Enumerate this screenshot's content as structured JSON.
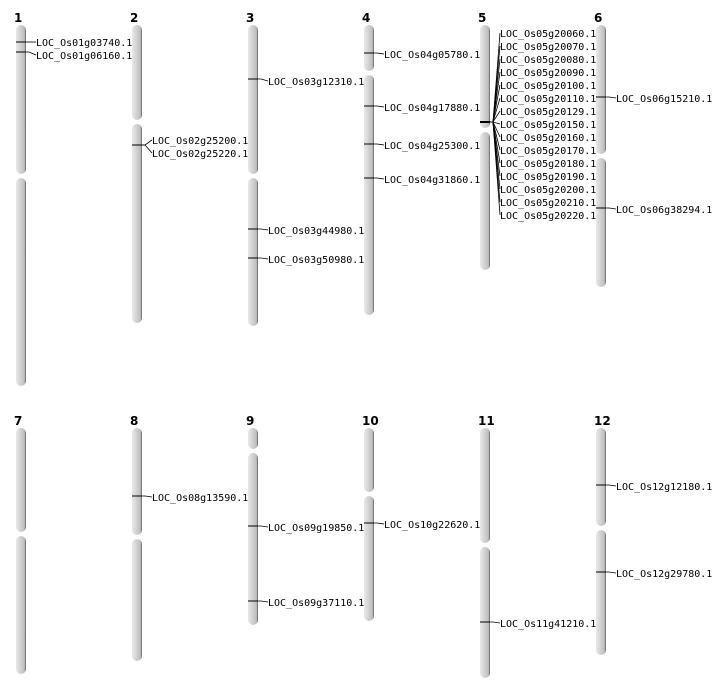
{
  "chromosomes": [
    {
      "name": "1",
      "genes": [
        "LOC_Os01g03740.1",
        "LOC_Os01g06160.1"
      ]
    },
    {
      "name": "2",
      "genes": [
        "LOC_Os02g25200.1",
        "LOC_Os02g25220.1"
      ]
    },
    {
      "name": "3",
      "genes": [
        "LOC_Os03g12310.1",
        "LOC_Os03g44980.1",
        "LOC_Os03g50980.1"
      ]
    },
    {
      "name": "4",
      "genes": [
        "LOC_Os04g05780.1",
        "LOC_Os04g17880.1",
        "LOC_Os04g25300.1",
        "LOC_Os04g31860.1"
      ]
    },
    {
      "name": "5",
      "genes": [
        "LOC_Os05g20060.1",
        "LOC_Os05g20070.1",
        "LOC_Os05g20080.1",
        "LOC_Os05g20090.1",
        "LOC_Os05g20100.1",
        "LOC_Os05g20110.1",
        "LOC_Os05g20129.1",
        "LOC_Os05g20150.1",
        "LOC_Os05g20160.1",
        "LOC_Os05g20170.1",
        "LOC_Os05g20180.1",
        "LOC_Os05g20190.1",
        "LOC_Os05g20200.1",
        "LOC_Os05g20210.1",
        "LOC_Os05g20220.1"
      ]
    },
    {
      "name": "6",
      "genes": [
        "LOC_Os06g15210.1",
        "LOC_Os06g38294.1"
      ]
    },
    {
      "name": "7",
      "genes": []
    },
    {
      "name": "8",
      "genes": [
        "LOC_Os08g13590.1"
      ]
    },
    {
      "name": "9",
      "genes": [
        "LOC_Os09g19850.1",
        "LOC_Os09g37110.1"
      ]
    },
    {
      "name": "10",
      "genes": [
        "LOC_Os10g22620.1"
      ]
    },
    {
      "name": "11",
      "genes": [
        "LOC_Os11g41210.1"
      ]
    },
    {
      "name": "12",
      "genes": [
        "LOC_Os12g12180.1",
        "LOC_Os12g29780.1"
      ]
    }
  ]
}
